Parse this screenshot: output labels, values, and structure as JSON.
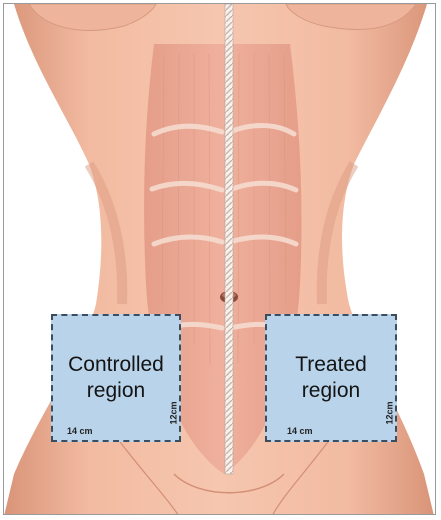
{
  "regions": [
    {
      "label_line1": "Controlled",
      "label_line2": "region",
      "width_label": "14 cm",
      "height_label": "12cm"
    },
    {
      "label_line1": "Treated",
      "label_line2": "region",
      "width_label": "14 cm",
      "height_label": "12cm"
    }
  ],
  "colors": {
    "skin": "#f0b69c",
    "muscle": "#e7a18f",
    "patch_fill": "#b8d3ea",
    "patch_border": "#3d4d60",
    "suture": "#f7f2ee"
  }
}
